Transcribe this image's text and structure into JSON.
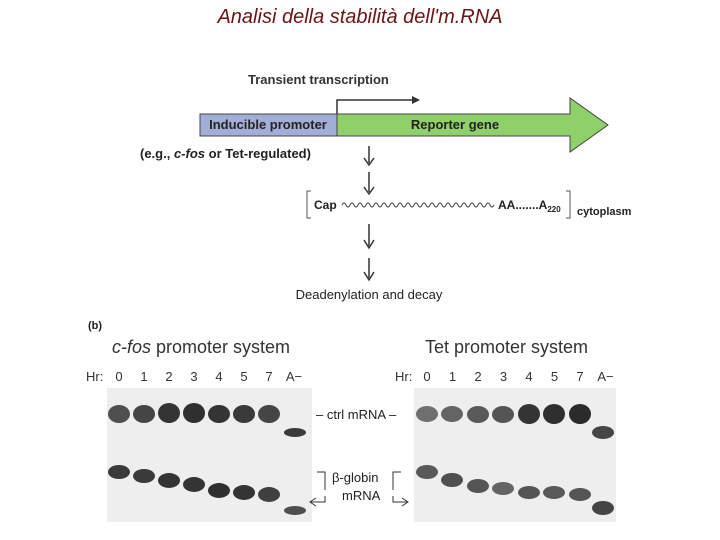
{
  "page": {
    "title": "Analisi della stabilità dell'm.RNA"
  },
  "panel_a": {
    "transient_label": "Transient  transcription",
    "promoter_label": "Inducible promoter",
    "reporter_label": "Reporter gene",
    "example_prefix": "(e.g., ",
    "example_cfos": "c-fos",
    "example_suffix": "  or Tet-regulated)",
    "mrna_cap": "Cap",
    "mrna_tail_a": "AA.......A",
    "mrna_tail_sub": "220",
    "compartment": "cytoplasm",
    "outcome": "Deadenylation and decay",
    "colors": {
      "promoter": "#a3aed8",
      "reporter": "#8fd06a",
      "outline": "#444444"
    }
  },
  "panel_b": {
    "label": "(b)",
    "left": {
      "title_italic": "c-fos",
      "title_rest": " promoter system",
      "hr_label": "Hr:",
      "lanes": [
        "0",
        "1",
        "2",
        "3",
        "4",
        "5",
        "7",
        "A−"
      ]
    },
    "right": {
      "title": "Tet promoter system",
      "hr_label": "Hr:",
      "lanes": [
        "0",
        "1",
        "2",
        "3",
        "4",
        "5",
        "7",
        "A−"
      ]
    },
    "ctrl_label": "– ctrl mRNA –",
    "globin_label_1": "β-globin",
    "globin_label_2": "mRNA"
  }
}
